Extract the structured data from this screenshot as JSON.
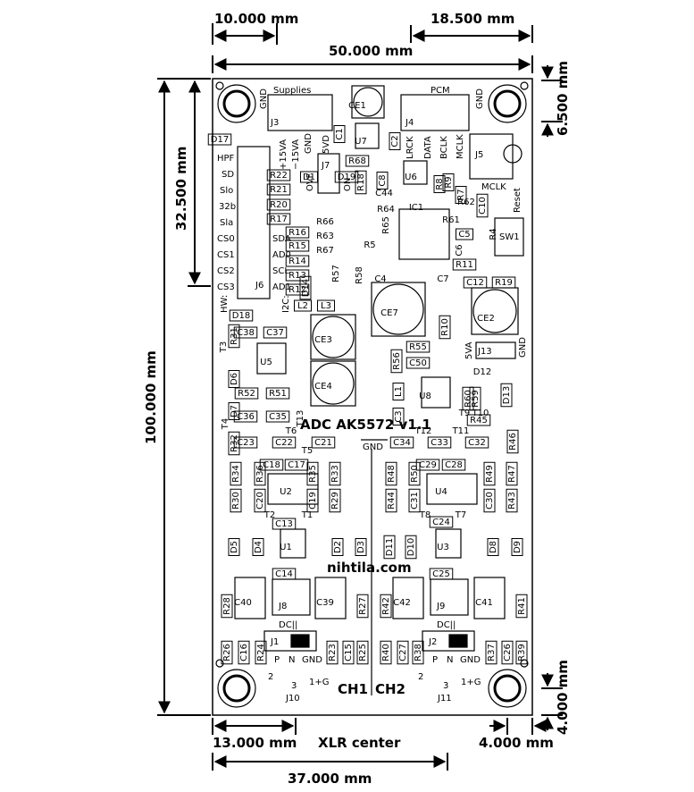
{
  "dimensions": {
    "top_left": "10.000 mm",
    "top_right": "18.500 mm",
    "width": "50.000 mm",
    "right_top": "6.500 mm",
    "left_inner": "32.500 mm",
    "height": "100.000 mm",
    "bottom_left": "13.000 mm",
    "bottom_right": "4.000 mm",
    "right_bottom": "4.000 mm",
    "xlr_center": "XLR center",
    "bottom_width": "37.000 mm"
  },
  "board": {
    "title": "ADC AK5572 v1.1",
    "website": "nihtila.com",
    "gnd_center": "GND",
    "ch1": "CH1",
    "ch2": "CH2"
  },
  "connectors": {
    "supplies": "Supplies",
    "pcm": "PCM",
    "j3_label": "J3",
    "j3_gnd": "GND",
    "j3_pins": [
      "+15VA",
      "−15VA",
      "GND",
      "5VD"
    ],
    "j4_label": "J4",
    "j4_gnd": "GND",
    "j4_pins": [
      "LRCK",
      "DATA",
      "BCLK",
      "MCLK"
    ],
    "j5_label": "J5",
    "mclk": "MCLK",
    "reset": "Reset",
    "sw1": "SW1",
    "j6_label": "J6",
    "j6_left": [
      "HPF",
      "SD",
      "Slo",
      "32b",
      "Sla",
      "CS0",
      "CS1",
      "CS2",
      "CS3"
    ],
    "j6_right": [
      "SDA",
      "AD0",
      "SCL",
      "AD1"
    ],
    "hw": "HW:",
    "i2c": "I2C:",
    "j7_label": "J7",
    "ovf": "OVF",
    "on": "ON",
    "j13_label": "J13",
    "j13_gnd": "GND",
    "j13_5va": "5VA",
    "j1_label": "J1",
    "j2_label": "J2",
    "j8_label": "J8",
    "j9_label": "J9",
    "dc": "DC||",
    "p": "P",
    "n": "N",
    "gnd": "GND",
    "xlr_2": "2",
    "xlr_3": "3",
    "xlr_1g": "1+G",
    "j10_label": "J10",
    "j11_label": "J11"
  },
  "components": {
    "top": [
      "D17",
      "R22",
      "R21",
      "R20",
      "R17",
      "R16",
      "R15",
      "R14",
      "R13",
      "R12",
      "C1",
      "U7",
      "C2",
      "D19",
      "D1",
      "R68",
      "R18",
      "C8",
      "U6",
      "R8",
      "R9",
      "R7",
      "C44",
      "R64",
      "R66",
      "R65",
      "R63",
      "R67",
      "R5",
      "R62",
      "R61",
      "C10",
      "C5",
      "R4",
      "C6",
      "R11",
      "R57",
      "R58",
      "D14",
      "C4",
      "C7",
      "C12",
      "R19",
      "L2",
      "L3",
      "D18"
    ],
    "ics": [
      "IC1",
      "CE1",
      "CE7",
      "CE2",
      "CE3",
      "CE4",
      "U5",
      "U8"
    ],
    "mid": [
      "R10",
      "R31",
      "C38",
      "C37",
      "T3",
      "D6",
      "R56",
      "R55",
      "C50",
      "L1",
      "C3",
      "D12",
      "R60",
      "R59",
      "D13",
      "T9",
      "T10",
      "R52",
      "R51",
      "D7",
      "C36",
      "C35",
      "T13",
      "T4",
      "R45",
      "R32",
      "C23",
      "C22",
      "C21",
      "T6",
      "T5",
      "C34",
      "C33",
      "C32",
      "T12",
      "T11",
      "R46"
    ],
    "ch1": [
      "R34",
      "R36",
      "C18",
      "C17",
      "R35",
      "R33",
      "R30",
      "C20",
      "U2",
      "C19",
      "R29",
      "T2",
      "T1",
      "C13",
      "D5",
      "D4",
      "U1",
      "D2",
      "D3",
      "C14",
      "R28",
      "C40",
      "C39",
      "R27",
      "R26",
      "C16",
      "R24",
      "R23",
      "C15",
      "R25"
    ],
    "ch2": [
      "R48",
      "R50",
      "C29",
      "C28",
      "R49",
      "R47",
      "R44",
      "C31",
      "U4",
      "C30",
      "R43",
      "T8",
      "T7",
      "C24",
      "D11",
      "D10",
      "U3",
      "D8",
      "D9",
      "C25",
      "R42",
      "C42",
      "C41",
      "R41",
      "R40",
      "C27",
      "R38",
      "R37",
      "C26",
      "R39"
    ]
  }
}
